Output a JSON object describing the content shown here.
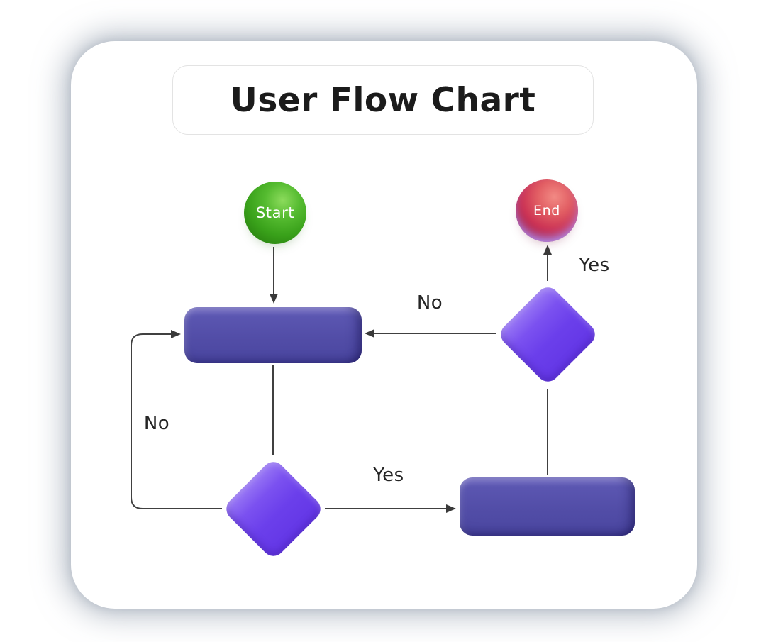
{
  "title": "User Flow Chart",
  "diagram": {
    "nodes": [
      {
        "id": "start",
        "shape": "circle",
        "label": "Start",
        "color": "#39a11a"
      },
      {
        "id": "end",
        "shape": "circle",
        "label": "End",
        "color": "#cc3354"
      },
      {
        "id": "process-1",
        "shape": "rectangle",
        "label": "",
        "color": "#524da7"
      },
      {
        "id": "decision-1",
        "shape": "diamond",
        "label": "",
        "color": "#6b3feb"
      },
      {
        "id": "process-2",
        "shape": "rectangle",
        "label": "",
        "color": "#524da7"
      },
      {
        "id": "decision-2",
        "shape": "diamond",
        "label": "",
        "color": "#6b3feb"
      }
    ],
    "edges": [
      {
        "from": "start",
        "to": "process-1",
        "label": ""
      },
      {
        "from": "process-1",
        "to": "decision-1",
        "label": ""
      },
      {
        "from": "decision-1",
        "to": "process-1",
        "label": "No"
      },
      {
        "from": "decision-1",
        "to": "process-2",
        "label": "Yes"
      },
      {
        "from": "process-2",
        "to": "decision-2",
        "label": ""
      },
      {
        "from": "decision-2",
        "to": "process-1",
        "label": "No"
      },
      {
        "from": "decision-2",
        "to": "end",
        "label": "Yes"
      }
    ],
    "line_color": "#404040",
    "card_background": "#ffffff"
  }
}
